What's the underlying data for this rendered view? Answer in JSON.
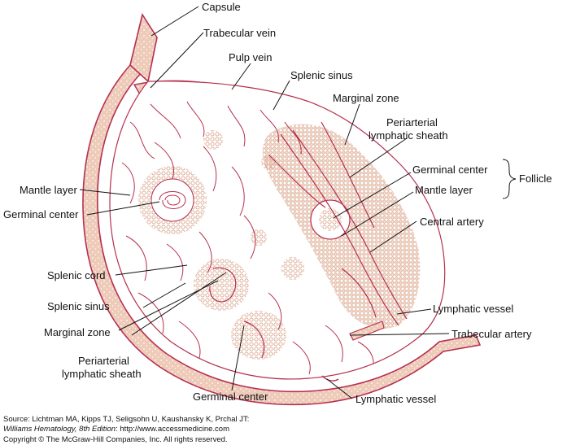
{
  "labels": {
    "capsule": "Capsule",
    "trabecular_vein": "Trabecular vein",
    "pulp_vein": "Pulp vein",
    "splenic_sinus_top": "Splenic sinus",
    "marginal_zone_right": "Marginal zone",
    "pals_right_1": "Periarterial",
    "pals_right_2": "lymphatic sheath",
    "germinal_center_right": "Germinal center",
    "follicle": "Follicle",
    "mantle_layer_right": "Mantle layer",
    "central_artery": "Central artery",
    "lymphatic_vessel_right": "Lymphatic vessel",
    "trabecular_artery": "Trabecular artery",
    "lymphatic_vessel_bottom": "Lymphatic vessel",
    "germinal_center_bottom": "Germinal center",
    "pals_left_1": "Periarterial",
    "pals_left_2": "lymphatic sheath",
    "marginal_zone_left": "Marginal zone",
    "splenic_sinus_left": "Splenic sinus",
    "splenic_cord": "Splenic cord",
    "germinal_center_left": "Germinal center",
    "mantle_layer_left": "Mantle layer"
  },
  "source": {
    "line1": "Source: Lichtman MA, Kipps TJ, Seligsohn U, Kaushansky K, Prchal JT:",
    "book_title": "Williams Hematology, 8th Edition",
    "url_text": ": http://www.accessmedicine.com",
    "copyright": "Copyright © The McGraw-Hill Companies, Inc. All rights reserved."
  },
  "colors": {
    "capsule_fill": "#eecab9",
    "vessel_stroke": "#b5304f",
    "cell_dot": "#d9a48c",
    "cell_dot_light": "#f0d6c8",
    "text": "#111111"
  }
}
